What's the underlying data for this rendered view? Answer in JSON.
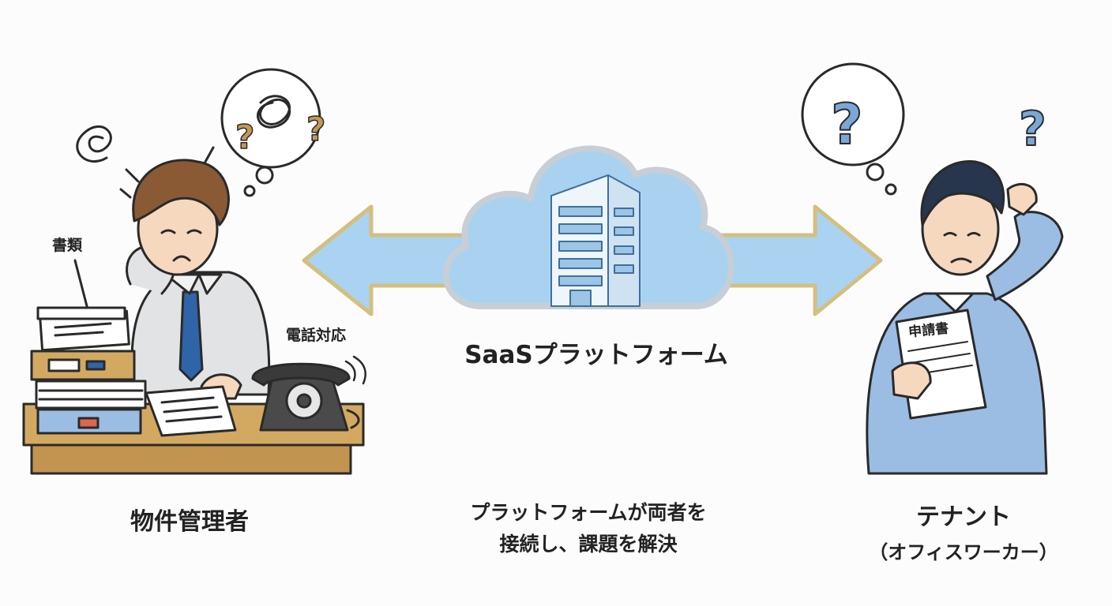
{
  "labels": {
    "manager": "物件管理者",
    "platform": "SaaSプラットフォーム",
    "center_line1": "プラットフォームが両者を",
    "center_line2": "接続し、課題を解決",
    "tenant_line1": "テナント",
    "tenant_line2": "（オフィスワーカー）",
    "documents": "書類",
    "phone": "電話対応",
    "application_form": "申請書"
  },
  "colors": {
    "arrow_fill": "#a9d3f0",
    "arrow_outline": "#d4bf7e",
    "cloud_fill": "#a8d2ef",
    "cloud_outline": "#c7ced6",
    "question_tan": "#c29a55",
    "question_blue": "#7aa7d8",
    "shirt_gray": "#e2e3e5",
    "tie_blue": "#2f64a8",
    "suit_blue": "#9bbde3",
    "desk_wood": "#d3a962",
    "hair_brown": "#8a5a35",
    "hair_navy": "#27364d"
  },
  "icons": [
    "thought-bubble-icon",
    "question-mark-icon",
    "tangle-icon",
    "cloud-icon",
    "office-building-icon",
    "rotary-phone-icon",
    "document-stack-icon",
    "binder-icon"
  ]
}
